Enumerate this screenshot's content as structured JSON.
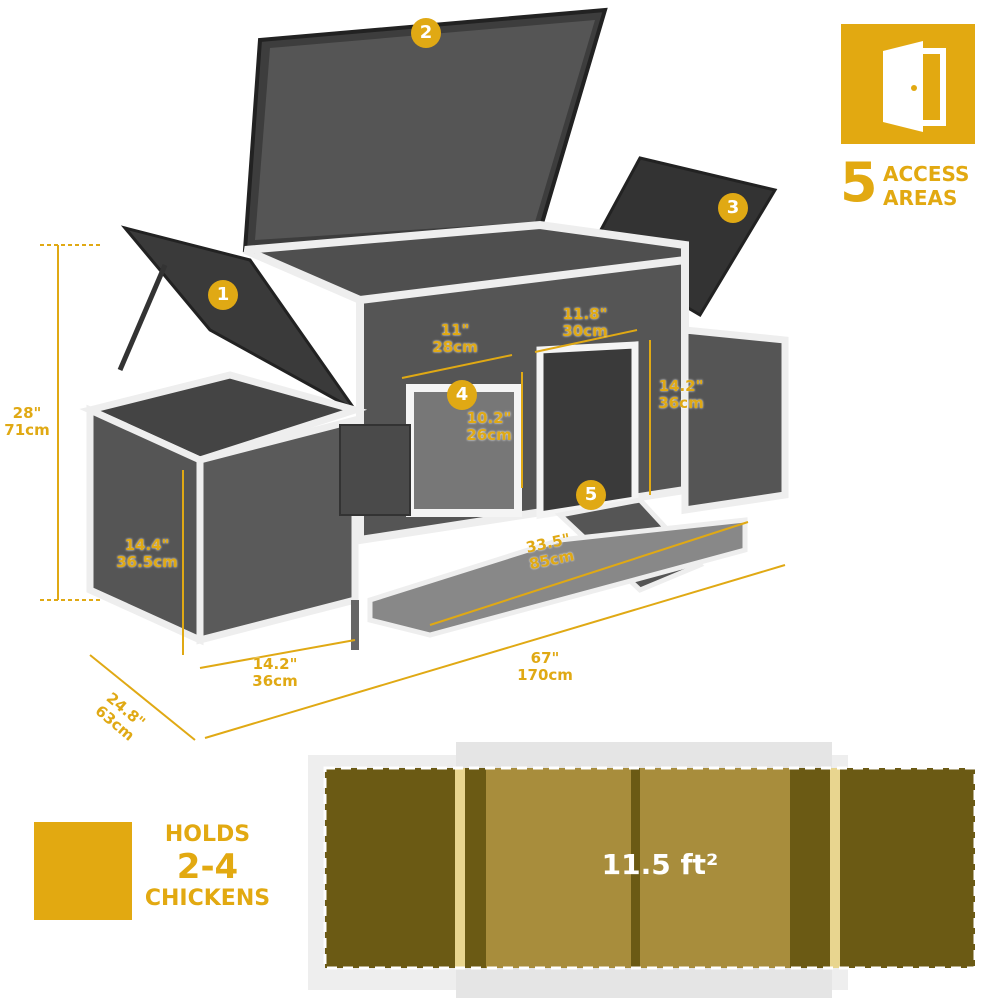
{
  "accent_color": "#e2a911",
  "access": {
    "icon": "door-open-icon",
    "count": "5",
    "line1": "ACCESS",
    "line2": "AREAS"
  },
  "capacity": {
    "line1": "HOLDS",
    "line2": "2-4",
    "line3": "CHICKENS"
  },
  "area": {
    "value": "11.5 ft²"
  },
  "callouts": [
    "1",
    "2",
    "3",
    "4",
    "5"
  ],
  "dimensions": {
    "height_total": {
      "in": "28\"",
      "cm": "71cm"
    },
    "side_height": {
      "in": "14.4\"",
      "cm": "36.5cm"
    },
    "window_width": {
      "in": "11\"",
      "cm": "28cm"
    },
    "door_width": {
      "in": "11.8\"",
      "cm": "30cm"
    },
    "window_height": {
      "in": "10.2\"",
      "cm": "26cm"
    },
    "door_height": {
      "in": "14.2\"",
      "cm": "36cm"
    },
    "tray_length": {
      "in": "33.5\"",
      "cm": "85cm"
    },
    "side_width": {
      "in": "14.2\"",
      "cm": "36cm"
    },
    "length_total": {
      "in": "67\"",
      "cm": "170cm"
    },
    "depth": {
      "in": "24.8\"",
      "cm": "63cm"
    }
  }
}
